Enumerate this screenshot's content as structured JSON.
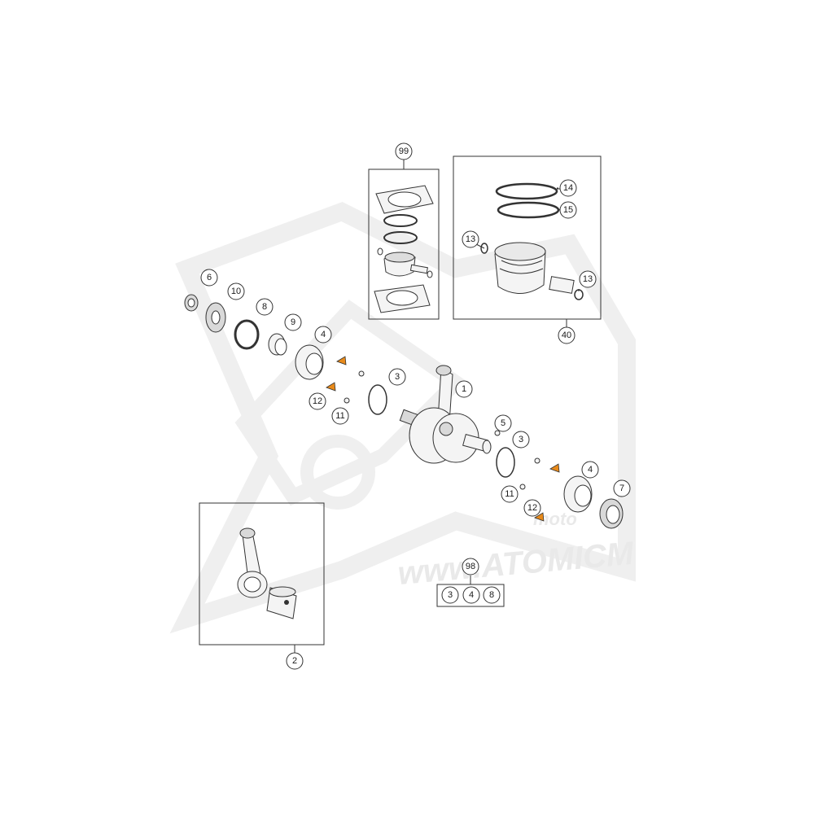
{
  "watermark": {
    "brand": "moto",
    "url": "www.ATOMICM"
  },
  "callouts": {
    "c1": "1",
    "c2": "2",
    "c3a": "3",
    "c3b": "3",
    "c4a": "4",
    "c4b": "4",
    "c5": "5",
    "c6": "6",
    "c7": "7",
    "c8": "8",
    "c9": "9",
    "c10": "10",
    "c11a": "11",
    "c11b": "11",
    "c12a": "12",
    "c12b": "12",
    "c13a": "13",
    "c13b": "13",
    "c14": "14",
    "c15": "15",
    "c40": "40",
    "c98": "98",
    "c99": "99"
  },
  "kit98": {
    "items": [
      "3",
      "4",
      "8"
    ]
  },
  "colors": {
    "accent": "#e88a1a",
    "outline": "#333333",
    "watermark": "#e9e9e9"
  }
}
